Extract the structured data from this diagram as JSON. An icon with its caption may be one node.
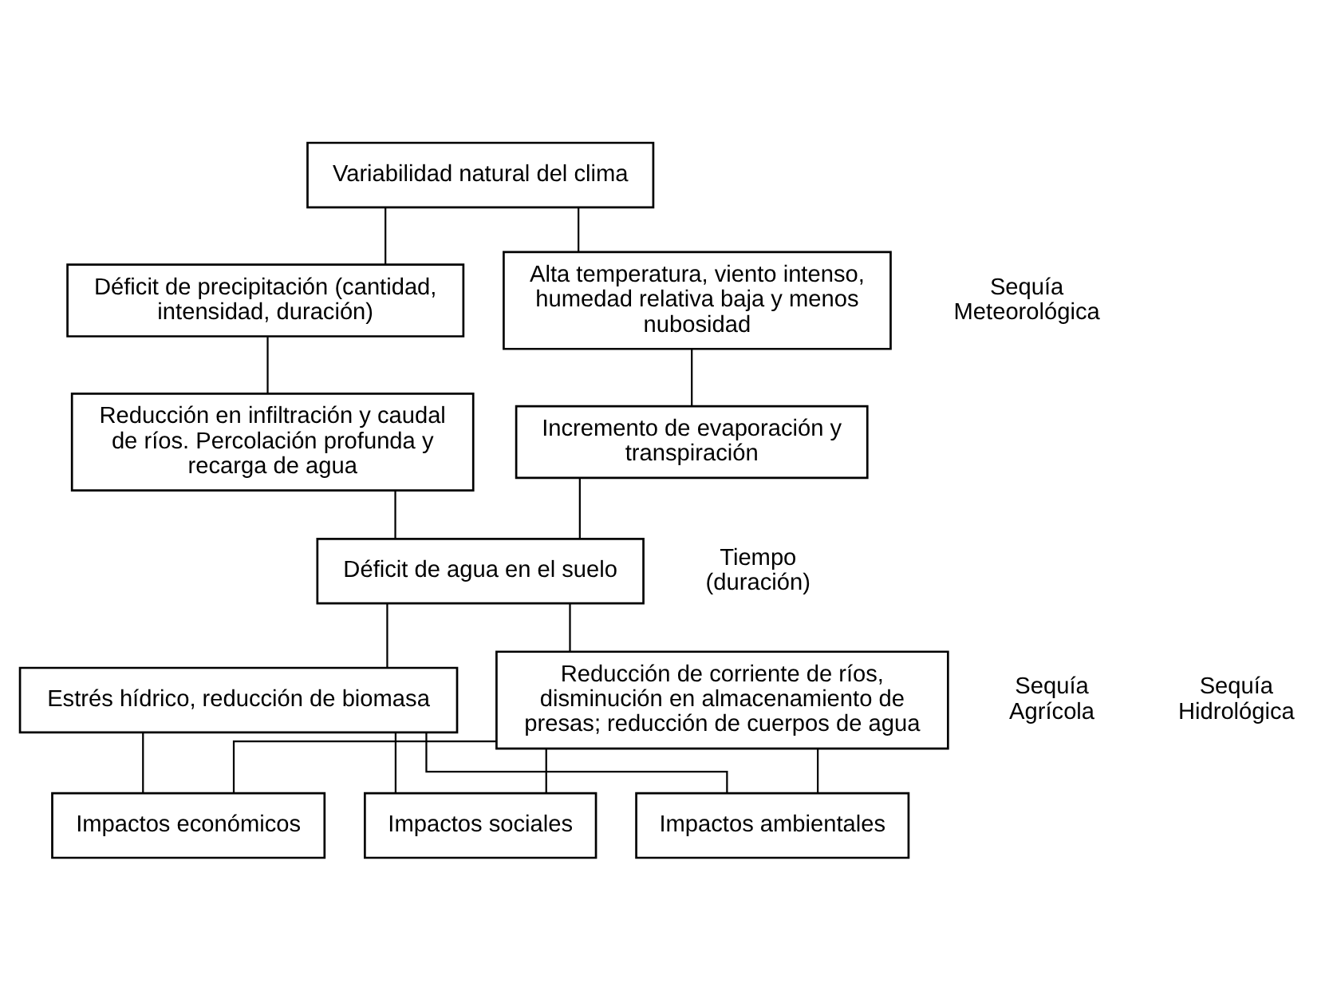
{
  "diagram": {
    "nodes": [
      {
        "text": [
          "Variabilidad natural del clima"
        ]
      },
      {
        "text": [
          "Déficit de precipitación (cantidad, intensidad, duración)"
        ]
      },
      {
        "text": [
          "Alta temperatura, viento intenso, humedad relativa baja y menos nubosidad"
        ]
      },
      {
        "text": [
          "Reducción en infiltración y caudal de ríos. Percolación profunda y recarga de agua"
        ]
      },
      {
        "text": [
          "Incremento de evaporación y transpiración"
        ]
      },
      {
        "text": [
          "Déficit de agua en el suelo"
        ]
      },
      {
        "text": [
          "Estrés hídrico, reducción de biomasa"
        ]
      },
      {
        "text": [
          "Reducción de corriente de ríos, disminución en almacenamiento de presas; reducción de cuerpos de agua"
        ]
      },
      {
        "text": [
          "Impactos económicos"
        ]
      },
      {
        "text": [
          "Impactos sociales"
        ]
      },
      {
        "text": [
          "Impactos ambientales"
        ]
      }
    ],
    "edges": [
      {
        "from": 0,
        "to": 1,
        "arrow": "none"
      },
      {
        "from": 0,
        "to": 2,
        "arrow": "none"
      },
      {
        "from": 1,
        "to": 3,
        "arrow": "none"
      },
      {
        "from": 2,
        "to": 4,
        "arrow": "none"
      },
      {
        "from": 3,
        "to": 5,
        "arrow": "none"
      },
      {
        "from": 4,
        "to": 5,
        "arrow": "none"
      },
      {
        "from": 5,
        "to": 7,
        "arrow": "none"
      },
      {
        "from": 5,
        "to": 6,
        "arrow": "none"
      },
      {
        "from": 7,
        "to": 8,
        "arrow": "none"
      },
      {
        "from": 7,
        "to": 9,
        "arrow": "none"
      },
      {
        "from": 7,
        "to": 10,
        "arrow": "none"
      },
      {
        "from": 6,
        "to": 8,
        "arrow": "none"
      },
      {
        "from": 6,
        "to": 9,
        "arrow": "none"
      },
      {
        "from": 6,
        "to": 10,
        "arrow": "none"
      }
    ],
    "labels": [
      "Tiempo (duración)",
      "Sequía Meteorológica",
      "Sequía Agrícola",
      "Sequía Hidrológica"
    ]
  }
}
